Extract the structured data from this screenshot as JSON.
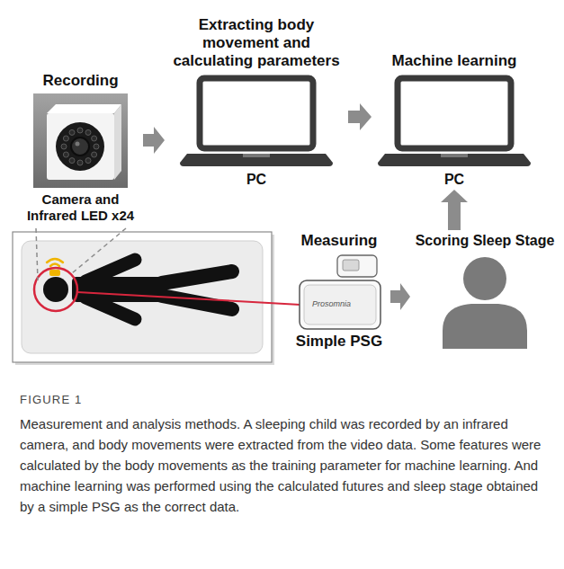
{
  "diagram": {
    "caption": "Measurement and analysis methods. A sleeping child was recorded by an infrared camera, and body movements were extracted from the video data. Some features were calculated by the body movements as the training parameter for machine learning. And machine learning was performed using the calculated futures and sleep stage obtained by a simple PSG as the correct data.",
    "nodes": [
      {
        "text": [
          "Recording",
          "Camera and Infrared LED x24"
        ]
      },
      {
        "text": [
          "Extracting body movement and calculating parameters",
          "PC"
        ]
      },
      {
        "text": [
          "Machine learning",
          "PC"
        ]
      },
      {
        "text": [
          "Measuring",
          "Simple PSG"
        ]
      },
      {
        "text": [
          "Scoring Sleep Stage"
        ]
      }
    ],
    "edges": [
      {
        "from": 0,
        "to": 1,
        "arrow": "to"
      },
      {
        "from": 1,
        "to": 2,
        "arrow": "to"
      },
      {
        "from": 3,
        "to": 4,
        "arrow": "to"
      },
      {
        "from": 4,
        "to": 2,
        "arrow": "to"
      }
    ],
    "labels": [
      "FIGURE 1",
      "Prosomnia"
    ]
  }
}
